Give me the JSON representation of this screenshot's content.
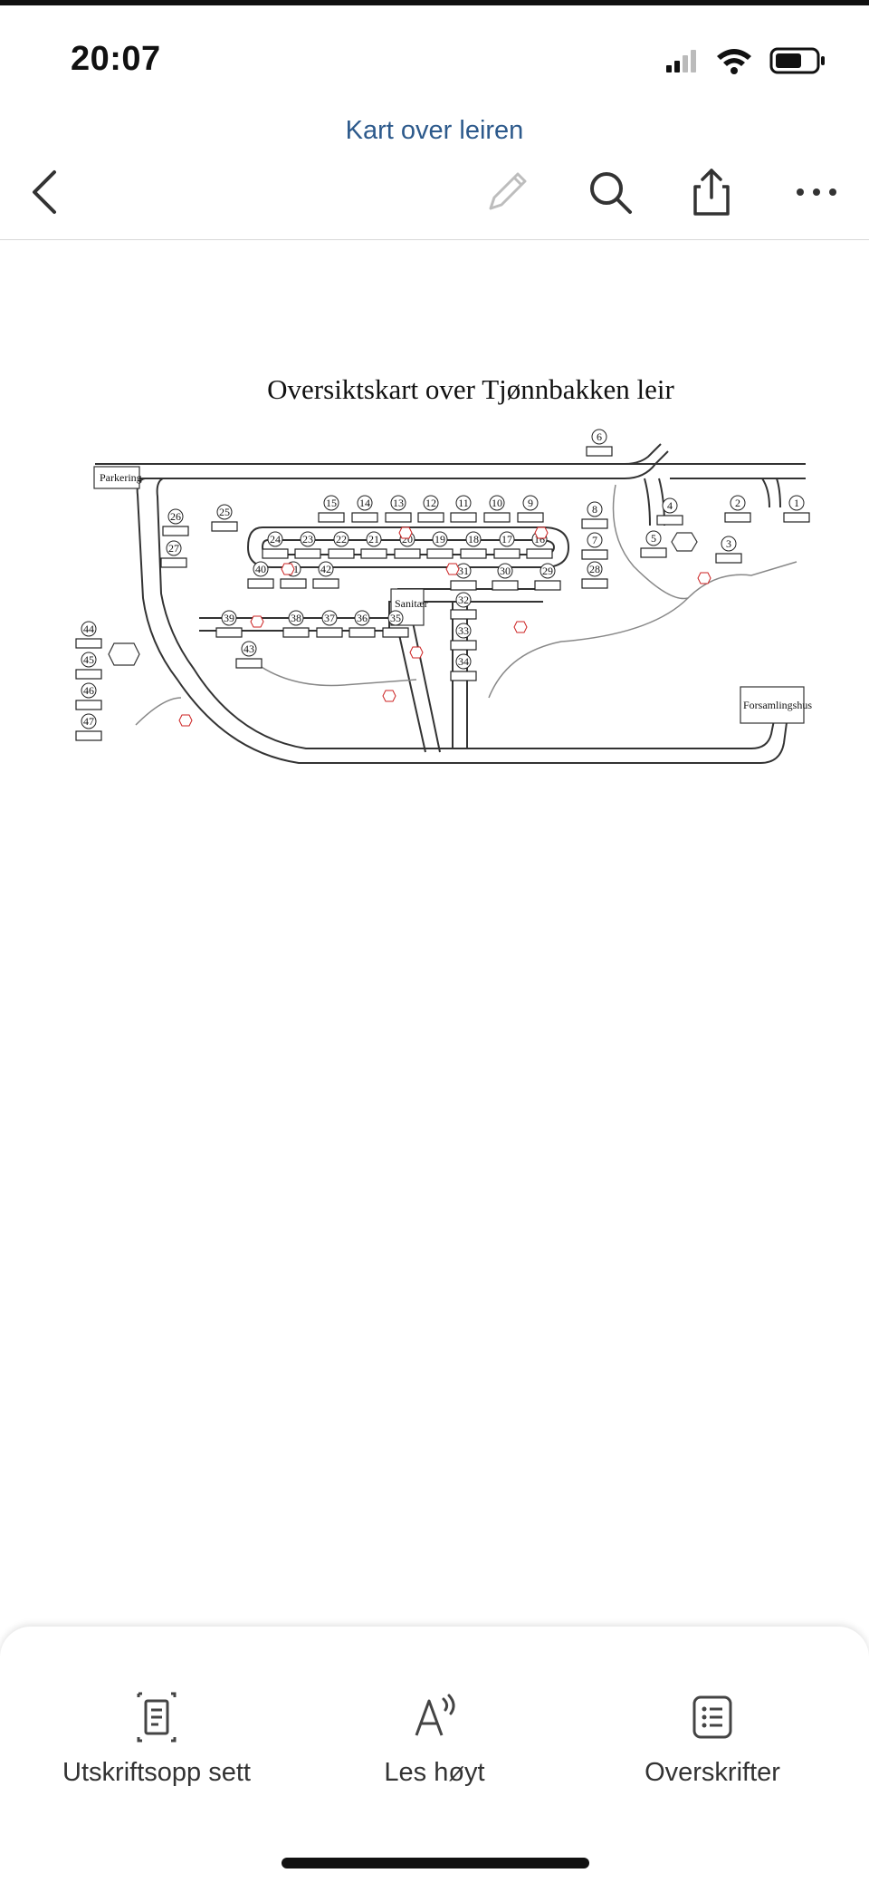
{
  "status_bar": {
    "time": "20:07"
  },
  "header": {
    "title": "Kart over leiren"
  },
  "toolbar": {
    "back_icon": "chevron-left-icon",
    "edit_icon": "pencil-icon",
    "search_icon": "search-icon",
    "share_icon": "share-icon",
    "more_icon": "more-icon"
  },
  "map": {
    "title": "Oversiktskart over Tjønnbakken leir",
    "parking_label": "Parkering",
    "sanitary_label": "Sanitær",
    "assembly_label": "Forsamlingshus",
    "fire_marker_color": "#cc2222",
    "sites": [
      "1",
      "2",
      "3",
      "4",
      "5",
      "6",
      "7",
      "8",
      "9",
      "10",
      "11",
      "12",
      "13",
      "14",
      "15",
      "16",
      "17",
      "18",
      "19",
      "20",
      "21",
      "22",
      "23",
      "24",
      "25",
      "26",
      "27",
      "28",
      "29",
      "30",
      "31",
      "32",
      "33",
      "34",
      "35",
      "36",
      "37",
      "38",
      "39",
      "40",
      "41",
      "42",
      "43",
      "44",
      "45",
      "46",
      "47"
    ]
  },
  "bottom_sheet": {
    "print_label": "Utskriftsopp sett",
    "read_aloud_label": "Les høyt",
    "headings_label": "Overskrifter"
  },
  "colors": {
    "accent": "#2d5a8c",
    "fire_marker": "#cc2222"
  }
}
